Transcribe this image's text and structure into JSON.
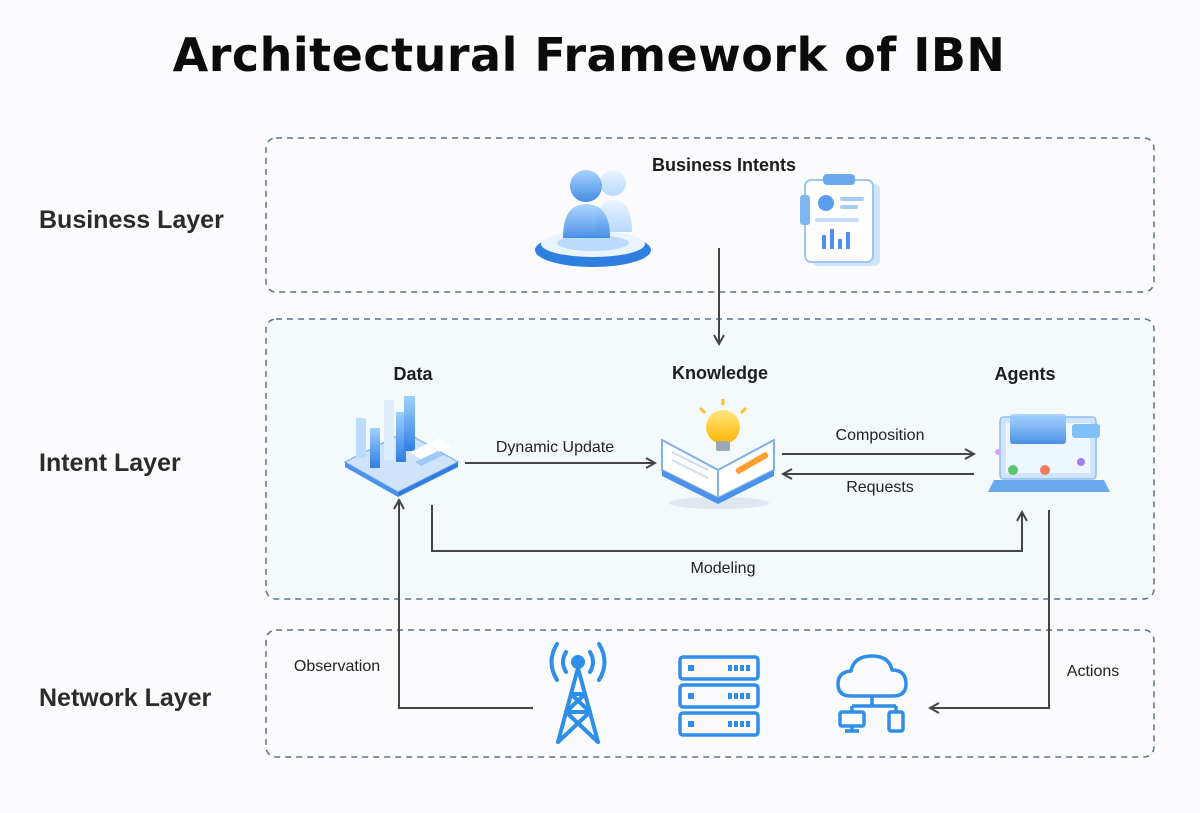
{
  "title": "Architectural Framework of IBN",
  "layers": {
    "business": "Business Layer",
    "intent": "Intent Layer",
    "network": "Network Layer"
  },
  "nodes": {
    "business_intents": "Business Intents",
    "data": "Data",
    "knowledge": "Knowledge",
    "agents": "Agents"
  },
  "edges": {
    "dynamic_update": "Dynamic Update",
    "composition": "Composition",
    "requests": "Requests",
    "modeling": "Modeling",
    "observation": "Observation",
    "actions": "Actions"
  },
  "icons": {
    "business_people": "users-3d-icon",
    "business_report": "clipboard-report-icon",
    "data": "bar-chart-3d-icon",
    "knowledge": "book-lightbulb-icon",
    "agents": "laptop-agent-icon",
    "tower": "signal-tower-icon",
    "server": "server-rack-icon",
    "iot": "iot-cloud-icon"
  },
  "colors": {
    "accent_blue": "#2f8fe8",
    "box_border": "#5d7389",
    "intent_fill": "#f4f9fc",
    "arrow": "#444444"
  }
}
